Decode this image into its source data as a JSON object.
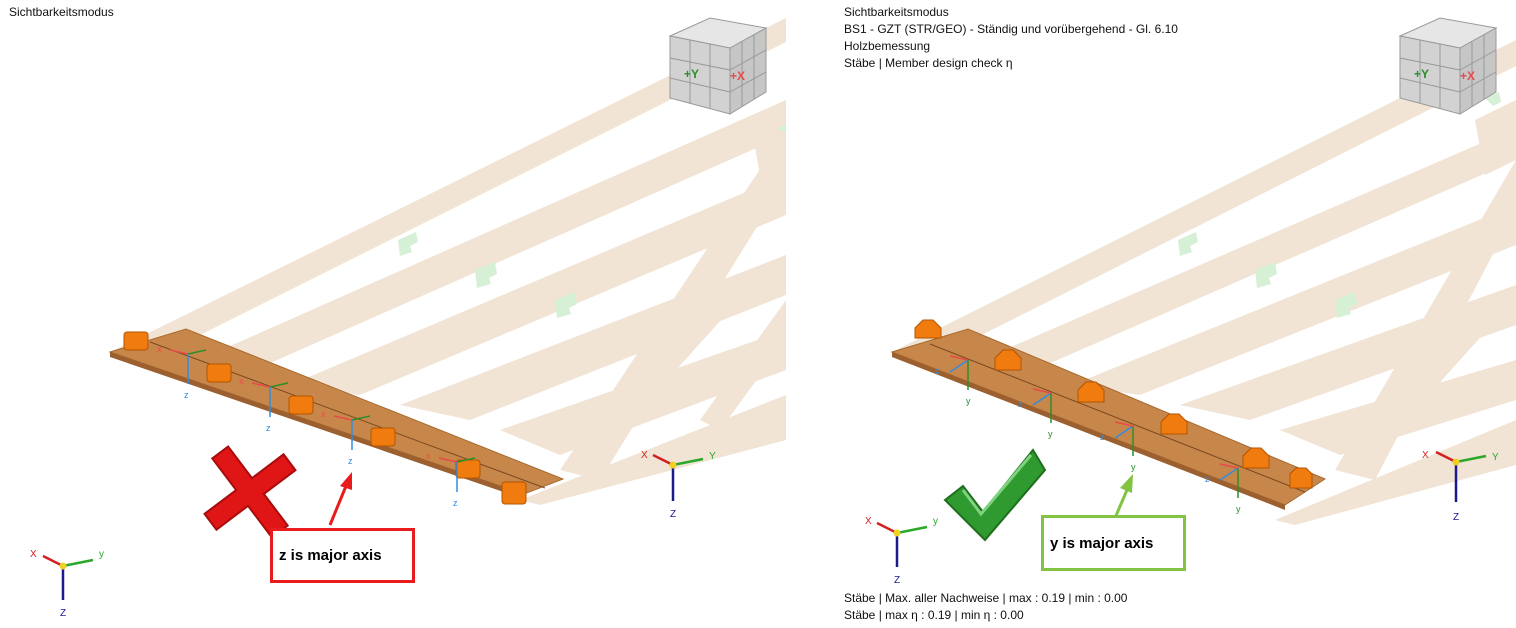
{
  "left": {
    "header": [
      "Sichtbarkeitsmodus"
    ],
    "callout": "z is major axis",
    "member_axis_labels": [
      "x",
      "z",
      "x",
      "z",
      "x",
      "z",
      "x",
      "z"
    ],
    "global_axes": {
      "x": "X",
      "y": "Y",
      "z": "Z"
    },
    "small_axes": {
      "x": "X",
      "y": "y",
      "z": "Z"
    }
  },
  "right": {
    "header": [
      "Sichtbarkeitsmodus",
      "BS1 - GZT (STR/GEO) - Ständig und vorübergehend - Gl. 6.10",
      "Holzbemessung",
      "Stäbe | Member design check η"
    ],
    "callout": "y is major axis",
    "member_axis_labels": [
      "z",
      "y",
      "z",
      "y",
      "z",
      "y",
      "z",
      "y"
    ],
    "global_axes": {
      "x": "X",
      "y": "Y",
      "z": "Z"
    },
    "small_axes": {
      "x": "X",
      "y": "y",
      "z": "Z"
    },
    "footer": [
      "Stäbe | Max. aller Nachweise | max  : 0.19 | min  : 0.00",
      "Stäbe | max η : 0.19 | min η : 0.00"
    ]
  },
  "nav_cube": {
    "plus_y": "+Y",
    "plus_x": "+X"
  },
  "colors": {
    "beam_fill": "#c8874a",
    "ghost": "#efe1d0",
    "support": "#f07c10",
    "cross": "#e01515",
    "check": "#2f9a2f",
    "red_box": "#e81c1c",
    "green_box": "#82c341"
  }
}
